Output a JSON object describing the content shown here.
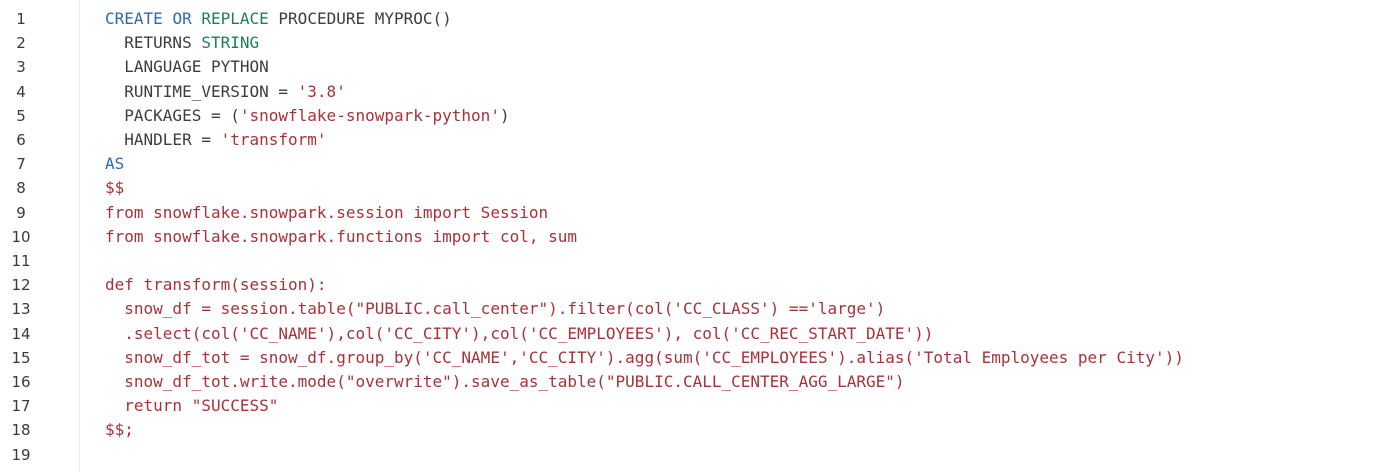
{
  "editor": {
    "lines": [
      {
        "number": "1",
        "tokens": [
          {
            "text": "CREATE",
            "kind": "kw"
          },
          {
            "text": " ",
            "kind": "tx"
          },
          {
            "text": "OR",
            "kind": "kw"
          },
          {
            "text": " ",
            "kind": "tx"
          },
          {
            "text": "REPLACE",
            "kind": "kw2"
          },
          {
            "text": " PROCEDURE MYPROC()",
            "kind": "tx"
          }
        ]
      },
      {
        "number": "2",
        "tokens": [
          {
            "text": "  RETURNS ",
            "kind": "tx"
          },
          {
            "text": "STRING",
            "kind": "kw2"
          }
        ]
      },
      {
        "number": "3",
        "tokens": [
          {
            "text": "  LANGUAGE PYTHON",
            "kind": "tx"
          }
        ]
      },
      {
        "number": "4",
        "tokens": [
          {
            "text": "  RUNTIME_VERSION = ",
            "kind": "tx"
          },
          {
            "text": "'3.8'",
            "kind": "str"
          }
        ]
      },
      {
        "number": "5",
        "tokens": [
          {
            "text": "  PACKAGES = (",
            "kind": "tx"
          },
          {
            "text": "'snowflake-snowpark-python'",
            "kind": "str"
          },
          {
            "text": ")",
            "kind": "tx"
          }
        ]
      },
      {
        "number": "6",
        "tokens": [
          {
            "text": "  HANDLER = ",
            "kind": "tx"
          },
          {
            "text": "'transform'",
            "kind": "str"
          }
        ]
      },
      {
        "number": "7",
        "tokens": [
          {
            "text": "AS",
            "kind": "kw"
          }
        ]
      },
      {
        "number": "8",
        "tokens": [
          {
            "text": "$$",
            "kind": "py"
          }
        ]
      },
      {
        "number": "9",
        "tokens": [
          {
            "text": "from snowflake.snowpark.session import Session",
            "kind": "py"
          }
        ]
      },
      {
        "number": "10",
        "tokens": [
          {
            "text": "from snowflake.snowpark.functions import col, sum",
            "kind": "py"
          }
        ]
      },
      {
        "number": "11",
        "tokens": [
          {
            "text": "",
            "kind": "py"
          }
        ]
      },
      {
        "number": "12",
        "tokens": [
          {
            "text": "def transform(session):",
            "kind": "py"
          }
        ]
      },
      {
        "number": "13",
        "tokens": [
          {
            "text": "  snow_df = session.table(\"PUBLIC.call_center\").filter(col('CC_CLASS') =='large')",
            "kind": "py"
          }
        ]
      },
      {
        "number": "14",
        "tokens": [
          {
            "text": "  .select(col('CC_NAME'),col('CC_CITY'),col('CC_EMPLOYEES'), col('CC_REC_START_DATE'))",
            "kind": "py"
          }
        ]
      },
      {
        "number": "15",
        "tokens": [
          {
            "text": "  snow_df_tot = snow_df.group_by('CC_NAME','CC_CITY').agg(sum('CC_EMPLOYEES').alias('Total Employees per City'))",
            "kind": "py"
          }
        ]
      },
      {
        "number": "16",
        "tokens": [
          {
            "text": "  snow_df_tot.write.mode(\"overwrite\").save_as_table(\"PUBLIC.CALL_CENTER_AGG_LARGE\")",
            "kind": "py"
          }
        ]
      },
      {
        "number": "17",
        "tokens": [
          {
            "text": "  return \"SUCCESS\"",
            "kind": "py"
          }
        ]
      },
      {
        "number": "18",
        "tokens": [
          {
            "text": "$$;",
            "kind": "py"
          }
        ]
      },
      {
        "number": "19",
        "tokens": [
          {
            "text": "",
            "kind": "py"
          }
        ]
      }
    ]
  }
}
